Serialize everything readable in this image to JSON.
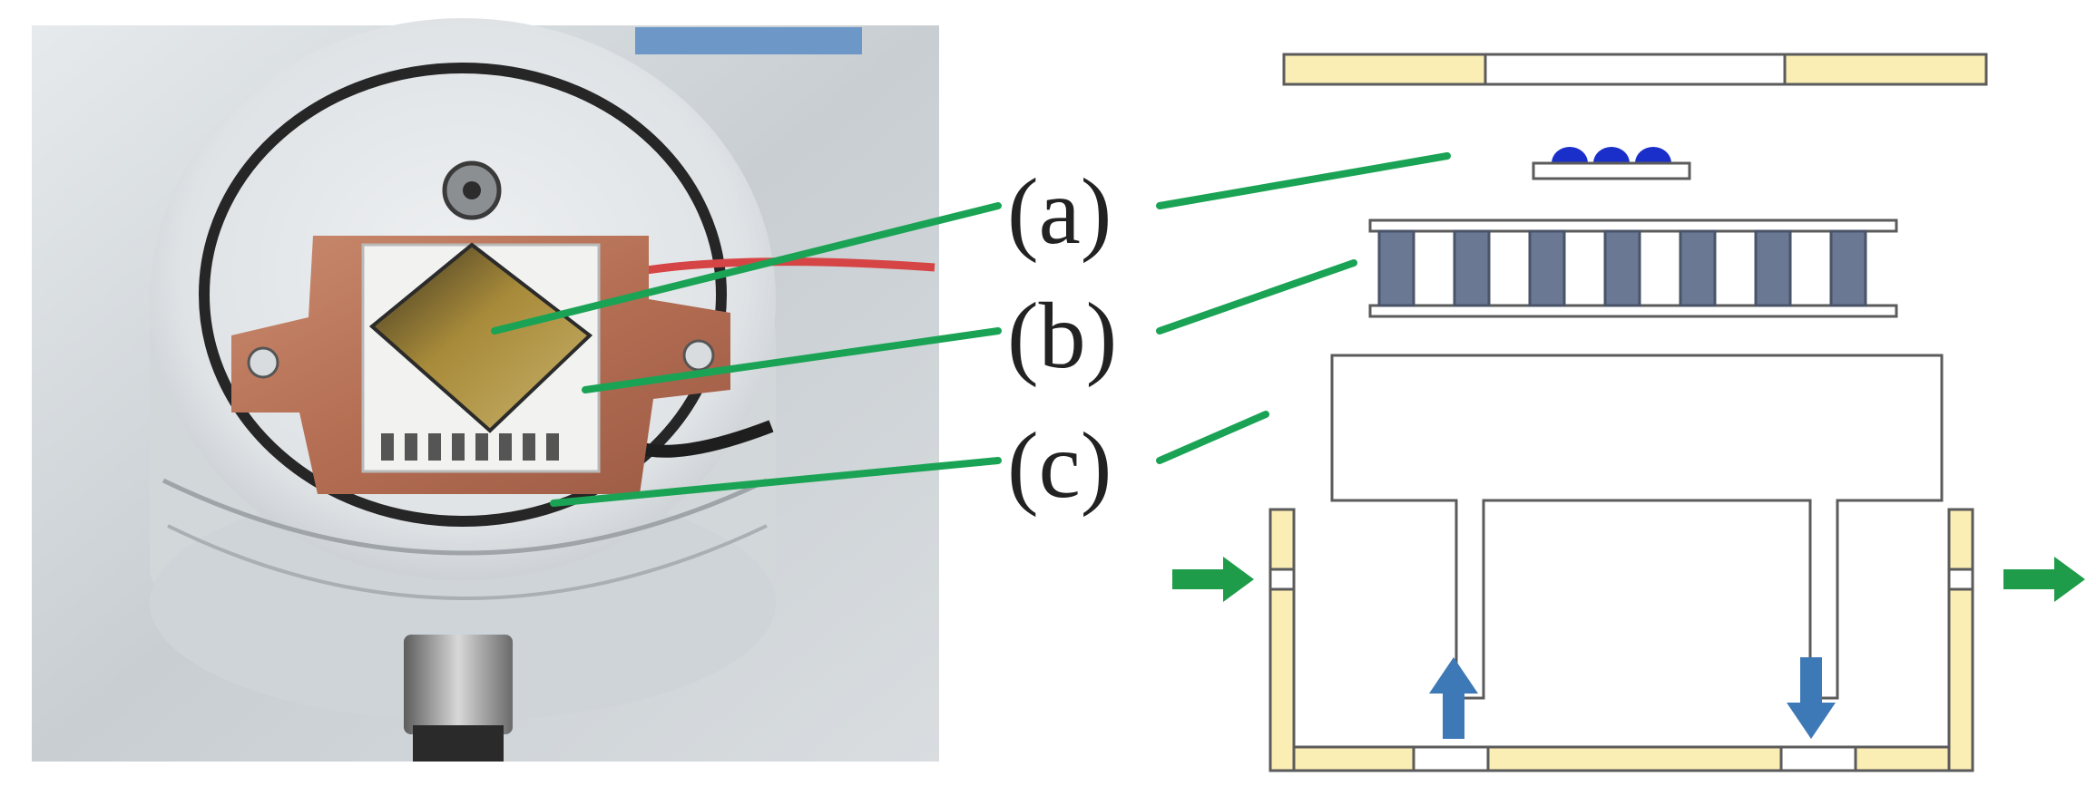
{
  "labels": {
    "a": "(a)",
    "b": "(b)",
    "c": "(c)"
  },
  "colors": {
    "leader_line": "#1aa354",
    "flow_arrow": "#1e9c4a",
    "coolant_arrow": "#3d79b6",
    "housing_fill": "#fbeeb4",
    "outline": "#5b5b5b",
    "droplet": "#1a2fc9",
    "peltier_element": "#6b7893",
    "photo_background": "#c9cfd3",
    "copper_plate": "#b46e53",
    "gold_sample": "#a88b3a"
  }
}
